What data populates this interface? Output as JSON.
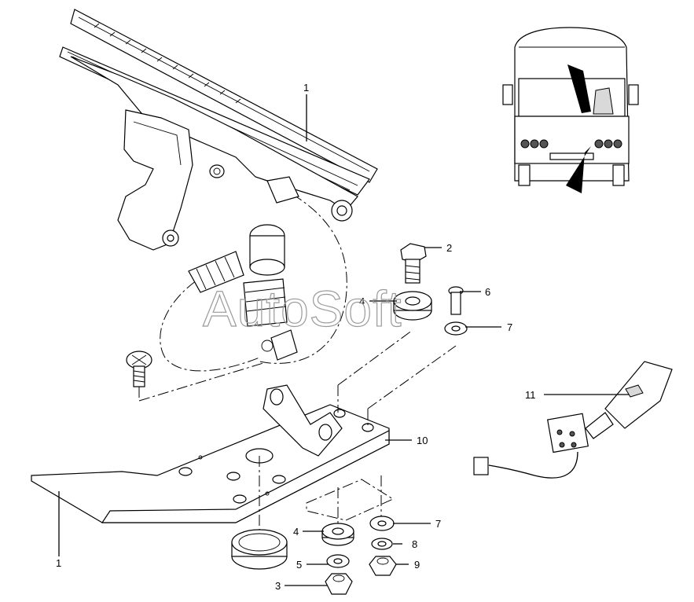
{
  "watermark": "AutoSoft",
  "callouts": [
    {
      "id": "c1-top",
      "label": "1"
    },
    {
      "id": "c2",
      "label": "2"
    },
    {
      "id": "c4-top",
      "label": "4"
    },
    {
      "id": "c6",
      "label": "6"
    },
    {
      "id": "c7-top",
      "label": "7"
    },
    {
      "id": "c11",
      "label": "11"
    },
    {
      "id": "c10",
      "label": "10"
    },
    {
      "id": "c1-bottom",
      "label": "1"
    },
    {
      "id": "c4-bottom",
      "label": "4"
    },
    {
      "id": "c7-bottom",
      "label": "7"
    },
    {
      "id": "c8",
      "label": "8"
    },
    {
      "id": "c5",
      "label": "5"
    },
    {
      "id": "c9",
      "label": "9"
    },
    {
      "id": "c3",
      "label": "3"
    }
  ],
  "colors": {
    "line": "#000000",
    "watermark": "#9a9a9a",
    "fill": "#ffffff",
    "shade": "#d9d9d9"
  }
}
